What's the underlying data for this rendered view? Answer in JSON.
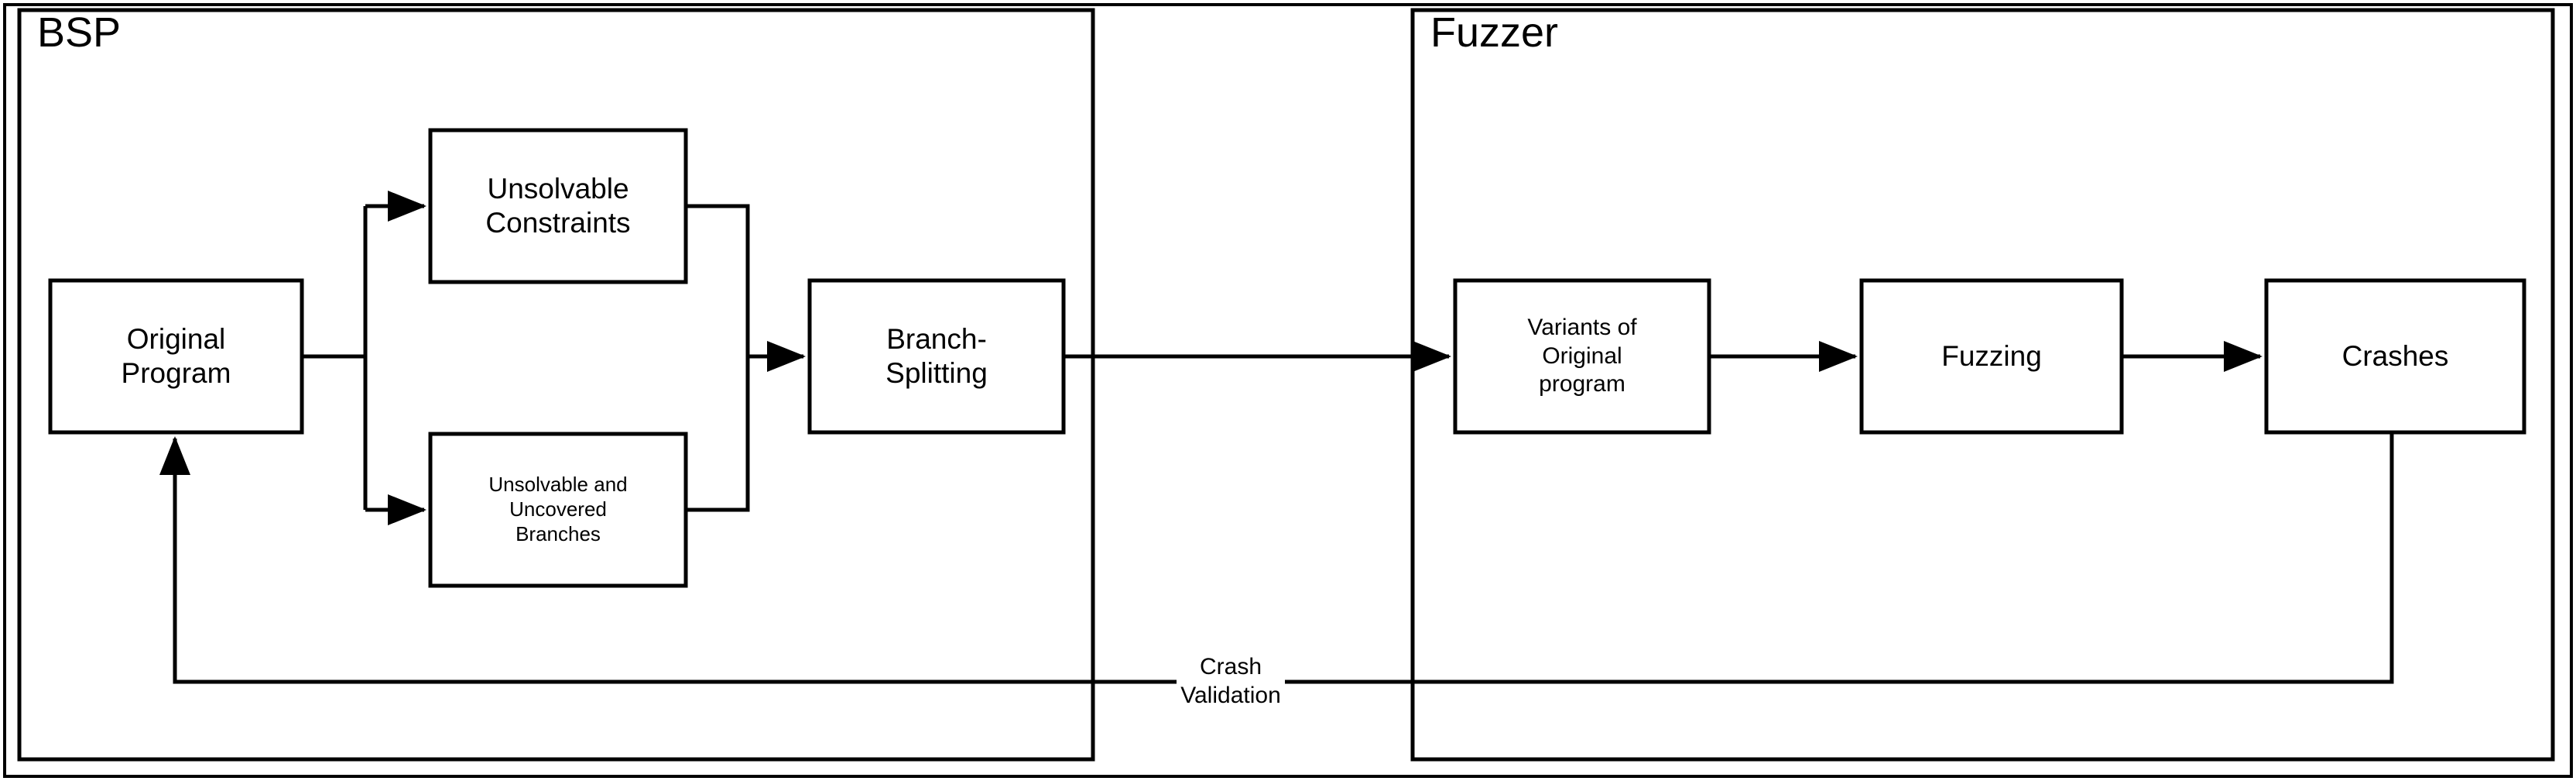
{
  "diagram": {
    "title_bsp": "BSP",
    "title_fuzzer": "Fuzzer",
    "nodes": {
      "original_program": "Original\nProgram",
      "unsolvable_constraints": "Unsolvable\nConstraints",
      "unsolvable_uncovered_branches": "Unsolvable and\nUncovered\nBranches",
      "branch_splitting": "Branch-\nSplitting",
      "variants_of_original_program": "Variants of\nOriginal\nprogram",
      "fuzzing": "Fuzzing",
      "crashes": "Crashes"
    },
    "edges": {
      "crash_validation": "Crash\nValidation"
    },
    "colors": {
      "stroke": "#000000",
      "background": "#ffffff",
      "text": "#000000"
    }
  }
}
